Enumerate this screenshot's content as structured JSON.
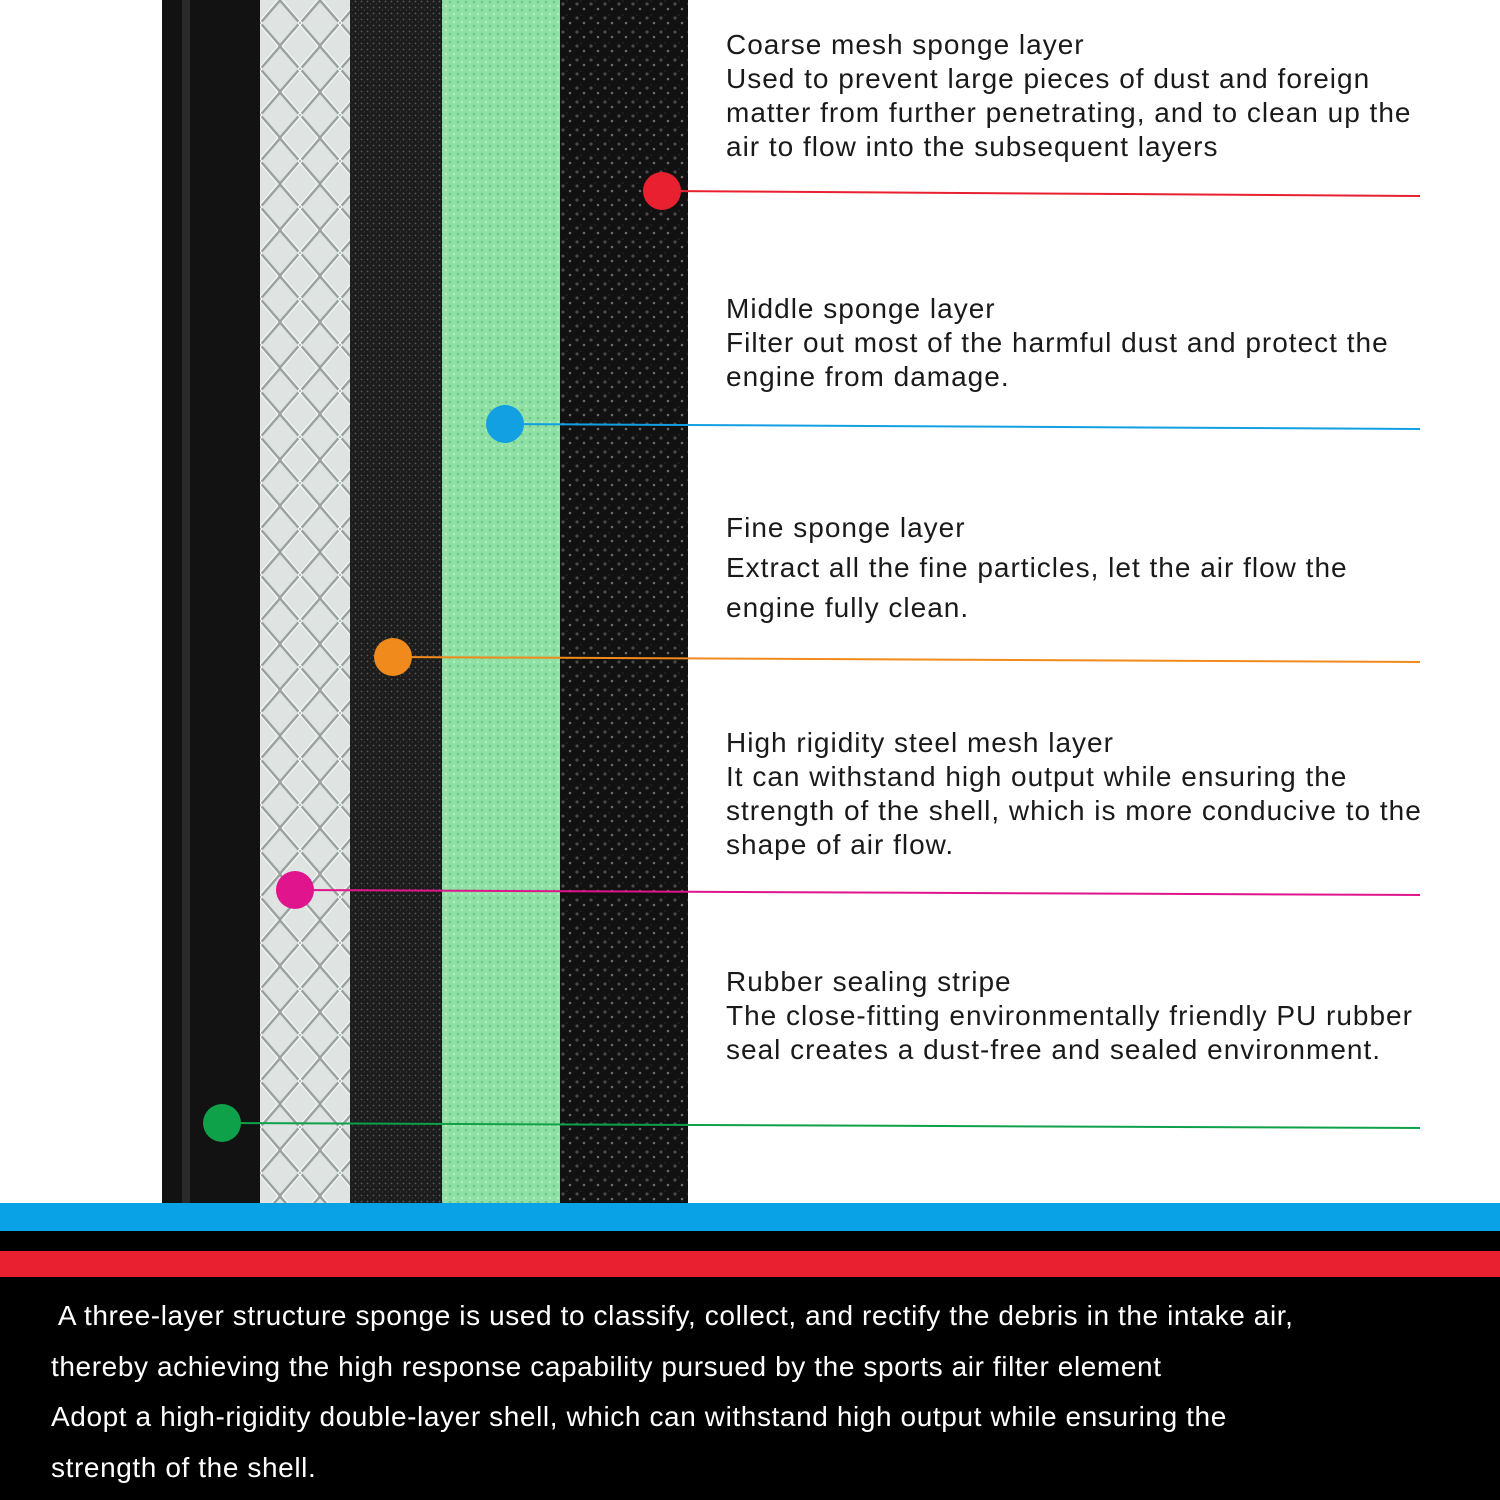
{
  "colors": {
    "red_marker": "#e8202f",
    "blue_marker": "#12a0e3",
    "orange_marker": "#f08a1c",
    "magenta_marker": "#e0148c",
    "green_marker": "#0fa04a",
    "sponge_green": "#8fe0a4",
    "stripe_blue": "#0aa2e6",
    "stripe_black": "#000000",
    "stripe_red": "#e8202f"
  },
  "callouts": [
    {
      "id": "coarse-mesh-sponge",
      "title": "Coarse mesh sponge layer",
      "description": "Used to prevent large pieces of dust and foreign matter from further penetrating, and to clean up the air to flow into the subsequent layers",
      "marker_color": "#e8202f"
    },
    {
      "id": "middle-sponge",
      "title": "Middle sponge layer",
      "description": "Filter out most of the harmful dust and protect the engine from damage.",
      "marker_color": "#12a0e3"
    },
    {
      "id": "fine-sponge",
      "title": "Fine sponge layer",
      "description": "Extract all the fine particles, let the air flow the engine fully clean.",
      "marker_color": "#f08a1c"
    },
    {
      "id": "steel-mesh",
      "title": "High rigidity steel mesh layer",
      "description": "It can withstand high output while ensuring the strength of the shell, which is more conducive to the shape of air flow.",
      "marker_color": "#e0148c"
    },
    {
      "id": "rubber-seal",
      "title": "Rubber sealing stripe",
      "description": "The close-fitting environmentally friendly PU rubber seal creates a dust-free and sealed environment.",
      "marker_color": "#0fa04a"
    }
  ],
  "footer": {
    "line1": " A three-layer structure sponge is used to classify, collect, and rectify the debris in the intake air,",
    "line2": "thereby achieving the high response capability pursued by the sports air filter element",
    "line3": "Adopt a high-rigidity double-layer shell, which can withstand high output while ensuring the",
    "line4": "strength of the shell."
  }
}
